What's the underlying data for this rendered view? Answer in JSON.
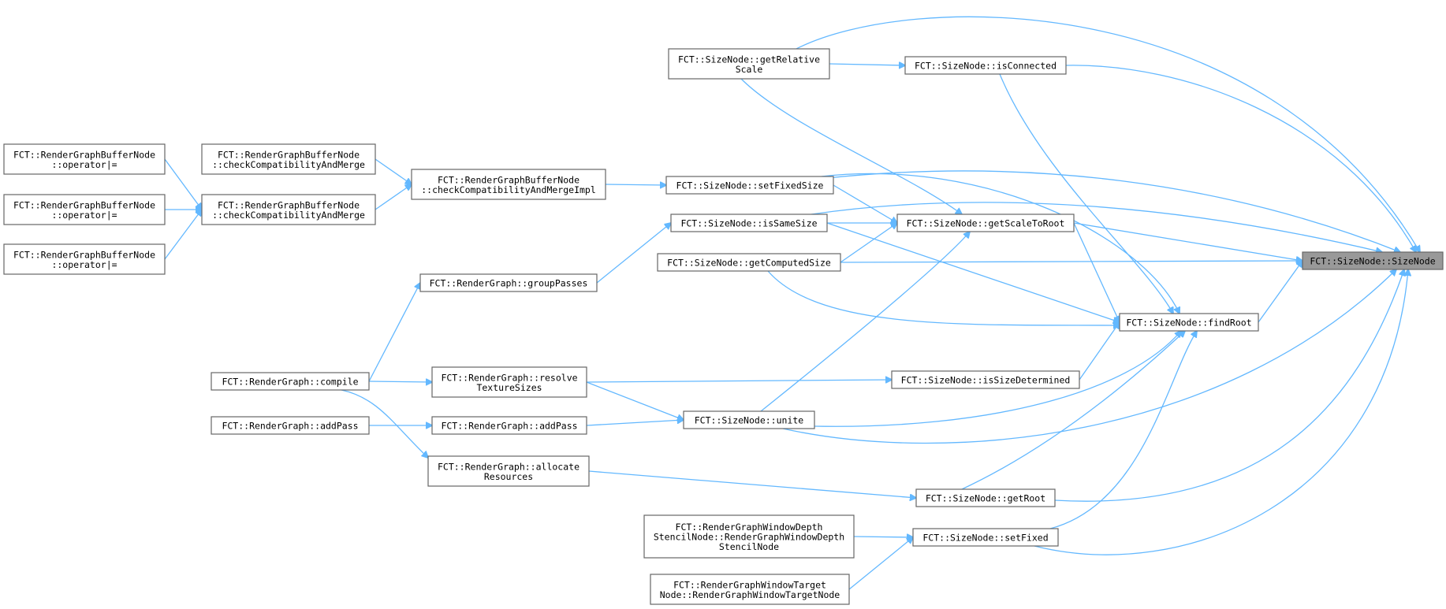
{
  "graph": {
    "type": "caller-graph",
    "edge_color": "#63b8ff",
    "root_color": "#999999",
    "nodes": [
      {
        "id": "sizenode",
        "lines": [
          "FCT::SizeNode::SizeNode"
        ],
        "root": true
      },
      {
        "id": "findroot",
        "lines": [
          "FCT::SizeNode::findRoot"
        ]
      },
      {
        "id": "getrelscale",
        "lines": [
          "FCT::SizeNode::getRelative",
          "Scale"
        ]
      },
      {
        "id": "isconnected",
        "lines": [
          "FCT::SizeNode::isConnected"
        ]
      },
      {
        "id": "setfixedsize",
        "lines": [
          "FCT::SizeNode::setFixedSize"
        ]
      },
      {
        "id": "issamesize",
        "lines": [
          "FCT::SizeNode::isSameSize"
        ]
      },
      {
        "id": "getscaletoroot",
        "lines": [
          "FCT::SizeNode::getScaleToRoot"
        ]
      },
      {
        "id": "getcomputedsize",
        "lines": [
          "FCT::SizeNode::getComputedSize"
        ]
      },
      {
        "id": "issizedetermined",
        "lines": [
          "FCT::SizeNode::isSizeDetermined"
        ]
      },
      {
        "id": "unite",
        "lines": [
          "FCT::SizeNode::unite"
        ]
      },
      {
        "id": "getroot",
        "lines": [
          "FCT::SizeNode::getRoot"
        ]
      },
      {
        "id": "setfixed",
        "lines": [
          "FCT::SizeNode::setFixed"
        ]
      },
      {
        "id": "ccmimpl",
        "lines": [
          "FCT::RenderGraphBufferNode",
          "::checkCompatibilityAndMergeImpl"
        ]
      },
      {
        "id": "ccm1",
        "lines": [
          "FCT::RenderGraphBufferNode",
          "::checkCompatibilityAndMerge"
        ]
      },
      {
        "id": "ccm2",
        "lines": [
          "FCT::RenderGraphBufferNode",
          "::checkCompatibilityAndMerge"
        ]
      },
      {
        "id": "op1",
        "lines": [
          "FCT::RenderGraphBufferNode",
          "::operator|="
        ]
      },
      {
        "id": "op2",
        "lines": [
          "FCT::RenderGraphBufferNode",
          "::operator|="
        ]
      },
      {
        "id": "op3",
        "lines": [
          "FCT::RenderGraphBufferNode",
          "::operator|="
        ]
      },
      {
        "id": "grouppasses",
        "lines": [
          "FCT::RenderGraph::groupPasses"
        ]
      },
      {
        "id": "compile",
        "lines": [
          "FCT::RenderGraph::compile"
        ]
      },
      {
        "id": "resolvetex",
        "lines": [
          "FCT::RenderGraph::resolve",
          "TextureSizes"
        ]
      },
      {
        "id": "addpass_inner",
        "lines": [
          "FCT::RenderGraph::addPass"
        ]
      },
      {
        "id": "addpass_outer",
        "lines": [
          "FCT::RenderGraph::addPass"
        ]
      },
      {
        "id": "allocres",
        "lines": [
          "FCT::RenderGraph::allocate",
          "Resources"
        ]
      },
      {
        "id": "windepth",
        "lines": [
          "FCT::RenderGraphWindowDepth",
          "StencilNode::RenderGraphWindowDepth",
          "StencilNode"
        ]
      },
      {
        "id": "wintarget",
        "lines": [
          "FCT::RenderGraphWindowTarget",
          "Node::RenderGraphWindowTargetNode"
        ]
      }
    ],
    "edges": [
      {
        "from": "findroot",
        "to": "sizenode"
      },
      {
        "from": "getrelscale",
        "to": "sizenode"
      },
      {
        "from": "isconnected",
        "to": "sizenode"
      },
      {
        "from": "setfixedsize",
        "to": "sizenode"
      },
      {
        "from": "issamesize",
        "to": "sizenode"
      },
      {
        "from": "getscaletoroot",
        "to": "sizenode"
      },
      {
        "from": "getcomputedsize",
        "to": "sizenode"
      },
      {
        "from": "unite",
        "to": "sizenode"
      },
      {
        "from": "getroot",
        "to": "sizenode"
      },
      {
        "from": "setfixed",
        "to": "sizenode"
      },
      {
        "from": "isconnected",
        "to": "findroot"
      },
      {
        "from": "setfixedsize",
        "to": "findroot"
      },
      {
        "from": "issamesize",
        "to": "findroot"
      },
      {
        "from": "getscaletoroot",
        "to": "findroot"
      },
      {
        "from": "getcomputedsize",
        "to": "findroot"
      },
      {
        "from": "issizedetermined",
        "to": "findroot"
      },
      {
        "from": "unite",
        "to": "findroot"
      },
      {
        "from": "getroot",
        "to": "findroot"
      },
      {
        "from": "setfixed",
        "to": "findroot"
      },
      {
        "from": "getrelscale",
        "to": "isconnected"
      },
      {
        "from": "getrelscale",
        "to": "getscaletoroot"
      },
      {
        "from": "setfixedsize",
        "to": "getscaletoroot"
      },
      {
        "from": "issamesize",
        "to": "getscaletoroot"
      },
      {
        "from": "getcomputedsize",
        "to": "getscaletoroot"
      },
      {
        "from": "unite",
        "to": "getscaletoroot"
      },
      {
        "from": "ccmimpl",
        "to": "setfixedsize"
      },
      {
        "from": "ccm1",
        "to": "ccmimpl"
      },
      {
        "from": "ccm2",
        "to": "ccmimpl"
      },
      {
        "from": "op1",
        "to": "ccm2"
      },
      {
        "from": "op2",
        "to": "ccm2"
      },
      {
        "from": "op3",
        "to": "ccm2"
      },
      {
        "from": "grouppasses",
        "to": "issamesize"
      },
      {
        "from": "compile",
        "to": "grouppasses"
      },
      {
        "from": "compile",
        "to": "resolvetex"
      },
      {
        "from": "compile",
        "to": "allocres"
      },
      {
        "from": "resolvetex",
        "to": "issizedetermined"
      },
      {
        "from": "resolvetex",
        "to": "unite"
      },
      {
        "from": "addpass_inner",
        "to": "unite"
      },
      {
        "from": "addpass_outer",
        "to": "addpass_inner"
      },
      {
        "from": "allocres",
        "to": "getroot"
      },
      {
        "from": "windepth",
        "to": "setfixed"
      },
      {
        "from": "wintarget",
        "to": "setfixed"
      }
    ]
  }
}
